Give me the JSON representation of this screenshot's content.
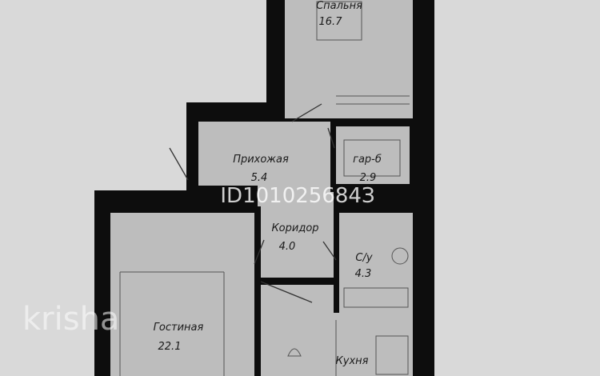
{
  "watermark": {
    "id_text": "ID101025684З",
    "logo_text": "krisha"
  },
  "rooms": [
    {
      "key": "bedroom",
      "name": "Спальня",
      "area": "16.7"
    },
    {
      "key": "hallway",
      "name": "Прихожая",
      "area": "5.4"
    },
    {
      "key": "storage",
      "name": "гар-б",
      "area": "2.9"
    },
    {
      "key": "corridor",
      "name": "Коридор",
      "area": "4.0"
    },
    {
      "key": "bathroom",
      "name": "С/у",
      "area": "4.3"
    },
    {
      "key": "livingroom",
      "name": "Гостиная",
      "area": "22.1"
    },
    {
      "key": "kitchen",
      "name": "Кухня",
      "area": ""
    }
  ],
  "colors": {
    "wall": "#0d0d0d",
    "floor": "#bdbdbd",
    "paper": "#d9d9d9",
    "watermark": "#ffffff"
  }
}
